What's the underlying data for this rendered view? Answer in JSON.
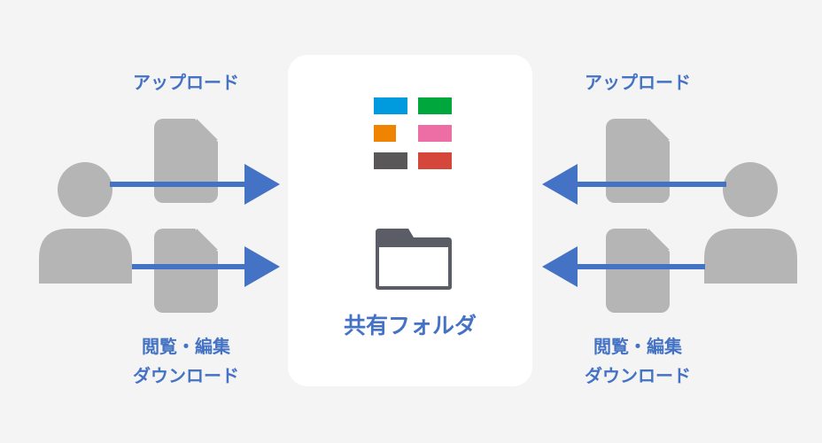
{
  "center": {
    "title": "共有フォルダ"
  },
  "left": {
    "top_label": "アップロード",
    "bottom_label_1": "閲覧・編集",
    "bottom_label_2": "ダウンロード"
  },
  "right": {
    "top_label": "アップロード",
    "bottom_label_1": "閲覧・編集",
    "bottom_label_2": "ダウンロード"
  },
  "colors": {
    "accent": "#4472c4",
    "icon_gray": "#b5b5b5",
    "logo": [
      "#009ade",
      "#00a73c",
      "#f08300",
      "#ec6ea5",
      "#595757",
      "#d4473a"
    ],
    "folder": "#5a5d66"
  }
}
